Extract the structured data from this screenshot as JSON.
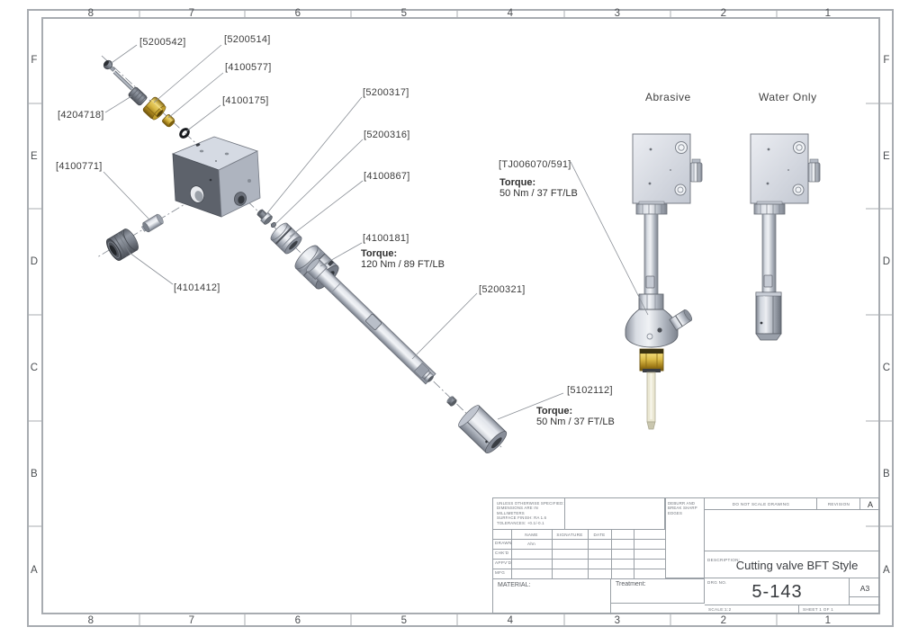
{
  "drawing": {
    "title": "Cutting valve BFT Style",
    "number": "5-143"
  },
  "sheet": {
    "grid_columns": [
      "8",
      "7",
      "6",
      "5",
      "4",
      "3",
      "2",
      "1"
    ],
    "grid_rows": [
      "F",
      "E",
      "D",
      "C",
      "B",
      "A"
    ]
  },
  "views": {
    "abrasive": "Abrasive",
    "water_only": "Water Only"
  },
  "exploded": {
    "labels": [
      {
        "part": "5200542",
        "text": "[5200542]"
      },
      {
        "part": "5200514",
        "text": "[5200514]"
      },
      {
        "part": "4100577",
        "text": "[4100577]"
      },
      {
        "part": "4100175",
        "text": "[4100175]"
      },
      {
        "part": "4204718",
        "text": "[4204718]"
      },
      {
        "part": "4100771",
        "text": "[4100771]"
      },
      {
        "part": "5200317",
        "text": "[5200317]"
      },
      {
        "part": "5200316",
        "text": "[5200316]"
      },
      {
        "part": "4100867",
        "text": "[4100867]"
      },
      {
        "part": "4100181",
        "text": "[4100181]"
      },
      {
        "part": "4101412",
        "text": "[4101412]"
      },
      {
        "part": "5200321",
        "text": "[5200321]"
      },
      {
        "part": "5102112",
        "text": "[5102112]"
      },
      {
        "part": "TJ006070/591",
        "text": "[TJ006070/591]"
      }
    ],
    "torque_notes": [
      {
        "part": "4100181",
        "title": "Torque:",
        "value": "120 Nm / 89 FT/LB"
      },
      {
        "part": "5102112",
        "title": "Torque:",
        "value": "50 Nm / 37 FT/LB"
      },
      {
        "part": "TJ006070/591",
        "title": "Torque:",
        "value": "50 Nm / 37 FT/LB"
      }
    ]
  },
  "title_block": {
    "tolerance_lines": [
      "UNLESS OTHERWISE SPECIFIED:",
      "DIMENSIONS ARE IN MILLIMETERS",
      "SURFACE FINISH: RA 1.6",
      "TOLERANCES: +0.1/-0.1"
    ],
    "deburr_note": "DEBURR AND BREAK SHARP EDGES",
    "do_not_scale": "DO NOT SCALE DRAWING",
    "revision_label": "REVISION",
    "revision_value": "A",
    "headers": {
      "name": "NAME",
      "signature": "SIGNATURE",
      "date": "DATE"
    },
    "rows": [
      {
        "label": "DRAWN",
        "name": "Ahn"
      },
      {
        "label": "CHK'D",
        "name": ""
      },
      {
        "label": "APPV'D",
        "name": ""
      },
      {
        "label": "MFG",
        "name": ""
      }
    ],
    "material_label": "MATERIAL:",
    "treatment_label": "Treatment:",
    "description_label": "DESCRIPTION:",
    "description_value": "Cutting valve BFT Style",
    "drg_label": "DRG NO.",
    "drg_value": "5-143",
    "paper_size": "A3",
    "scale_text": "SCALE:1:2",
    "sheet_text": "SHEET 1 OF 1"
  },
  "colors": {
    "brass": "#c9a435",
    "metal_light": "#d8dce4",
    "metal_dark": "#7b818b",
    "nozzle_cream": "#eae7d2",
    "line_gray": "#9aa0a6"
  }
}
